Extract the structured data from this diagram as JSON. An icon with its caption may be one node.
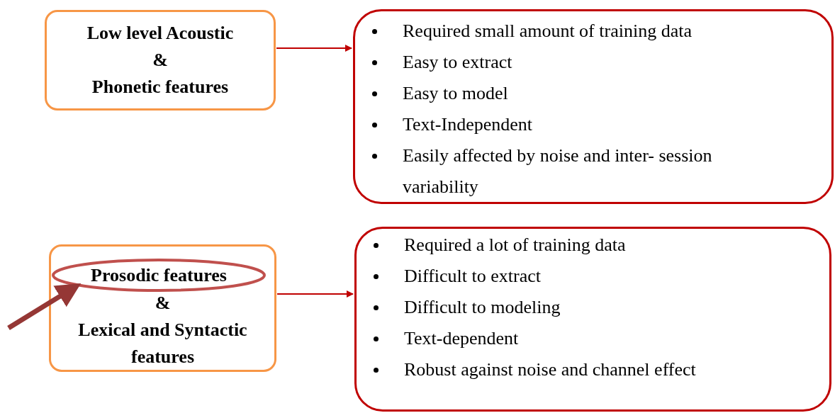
{
  "diagram": {
    "nodes": [
      {
        "text": [
          "Low level Acoustic",
          "&",
          "Phonetic features"
        ]
      },
      {
        "text": [
          "Required small amount of training data",
          "Easy to extract",
          "Easy to model",
          "Text-Independent",
          "Easily affected by noise and inter- session variability"
        ]
      },
      {
        "text": [
          "&",
          "Lexical and Syntactic features"
        ]
      },
      {
        "text": [
          "Required a lot of training data",
          "Difficult to extract",
          "Difficult to modeling",
          "Text-dependent",
          "Robust against noise and channel effect"
        ]
      },
      {
        "text": [
          "Prosodic features"
        ],
        "in": 2
      }
    ],
    "edges": [
      {
        "from": 0,
        "to": 1,
        "arrow": "to"
      },
      {
        "from": 2,
        "to": 3,
        "arrow": "to"
      },
      {
        "from": null,
        "to": 4,
        "arrow": "to",
        "style": "thick",
        "color": "#953735"
      }
    ]
  }
}
